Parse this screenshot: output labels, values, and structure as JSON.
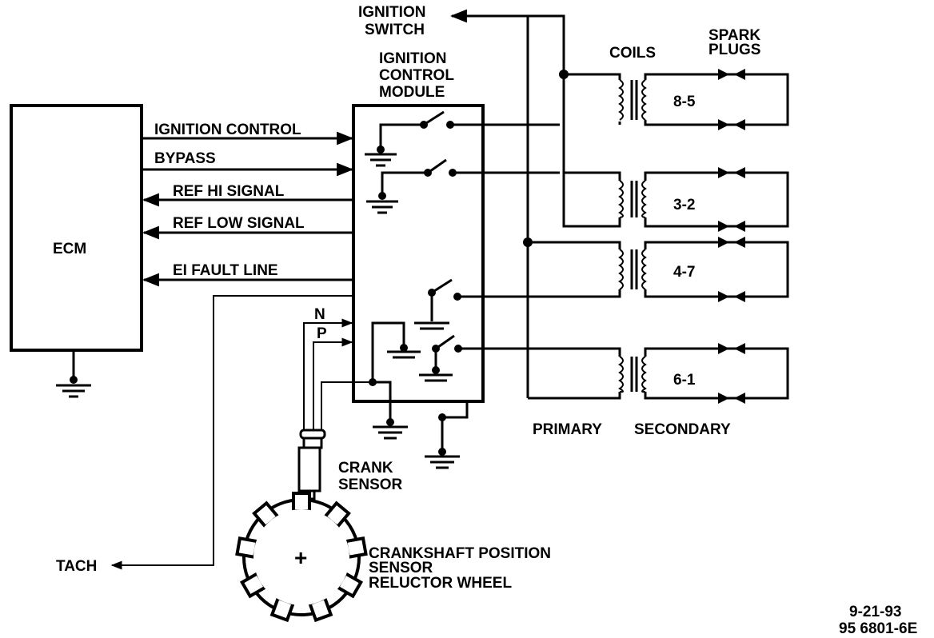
{
  "labels": {
    "ignition_switch_1": "IGNITION",
    "ignition_switch_2": "SWITCH",
    "icm_1": "IGNITION",
    "icm_2": "CONTROL",
    "icm_3": "MODULE",
    "coils": "COILS",
    "spark_1": "SPARK",
    "spark_2": "PLUGS",
    "ecm": "ECM",
    "ignition_control": "IGNITION CONTROL",
    "bypass": "BYPASS",
    "ref_hi": "REF HI SIGNAL",
    "ref_low": "REF LOW SIGNAL",
    "ei_fault": "EI FAULT LINE",
    "n": "N",
    "p": "P",
    "coil_85": "8-5",
    "coil_32": "3-2",
    "coil_47": "4-7",
    "coil_61": "6-1",
    "primary": "PRIMARY",
    "secondary": "SECONDARY",
    "crank_1": "CRANK",
    "crank_2": "SENSOR",
    "ckp_1": "CRANKSHAFT POSITION",
    "ckp_2": "SENSOR",
    "ckp_3": "RELUCTOR WHEEL",
    "tach": "TACH",
    "date": "9-21-93",
    "figure_id": "95 6801-6E",
    "plus": "+"
  }
}
